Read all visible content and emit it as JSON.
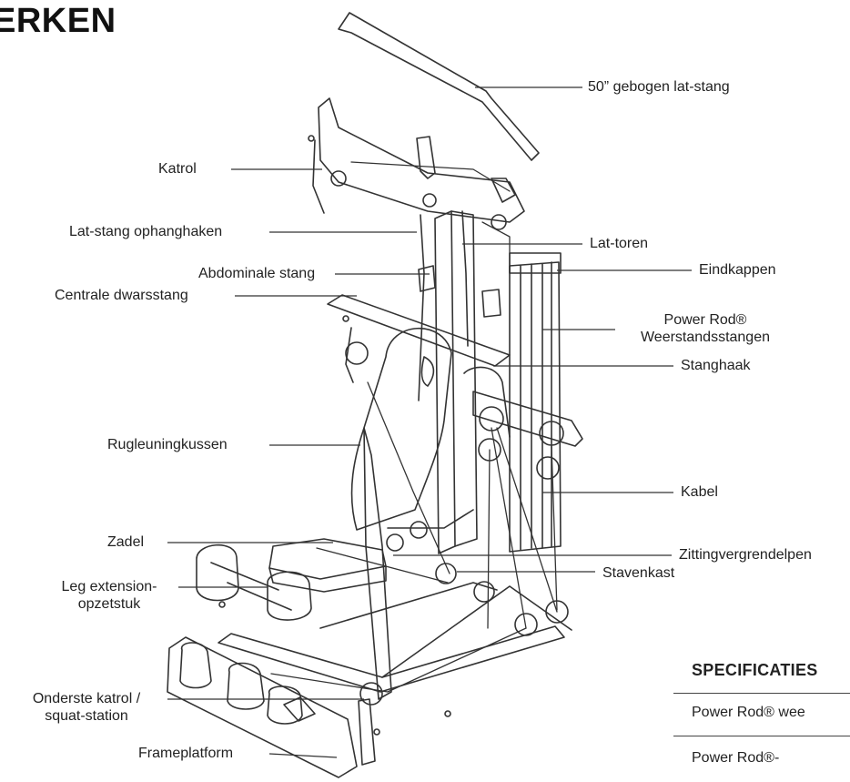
{
  "page": {
    "title": "ERKEN"
  },
  "callouts": {
    "lat_bar": "50” gebogen lat-stang",
    "pulley": "Katrol",
    "lat_hooks": "Lat-stang ophanghaken",
    "lat_tower": "Lat-toren",
    "ab_bar": "Abdominale stang",
    "end_caps": "Eindkappen",
    "center_crossbar": "Centrale dwarsstang",
    "power_rod_1": "Power Rod®",
    "power_rod_2": "Weerstandsstangen",
    "rod_hook": "Stanghaak",
    "backrest": "Rugleuningkussen",
    "cable": "Kabel",
    "seat": "Zadel",
    "seat_pin": "Zittingvergrendelpen",
    "rod_box": "Stavenkast",
    "leg_ext_1": "Leg extension-",
    "leg_ext_2": "opzetstuk",
    "lower_pulley_1": "Onderste katrol /",
    "lower_pulley_2": "squat-station",
    "frame_platform": "Frameplatform"
  },
  "specs": {
    "title": "SPECIFICATIES",
    "row1": "Power Rod® wee",
    "row2": "Power Rod®-"
  },
  "colors": {
    "ink": "#222222",
    "line": "#333333"
  }
}
